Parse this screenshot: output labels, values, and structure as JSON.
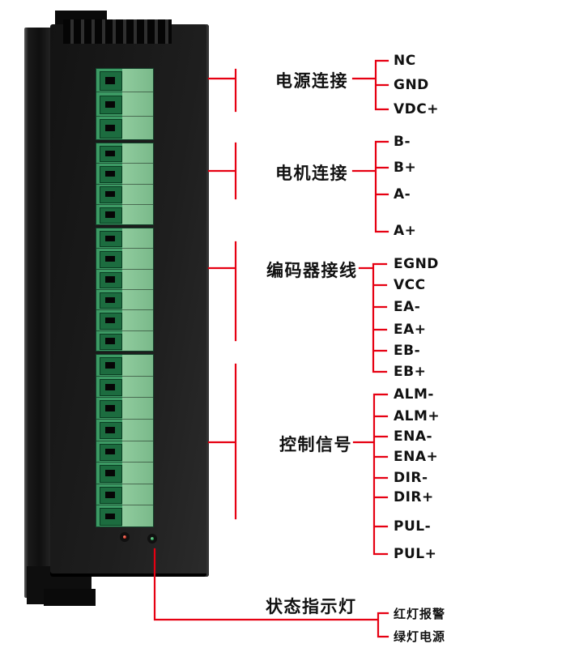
{
  "colors": {
    "line": "#e60012",
    "led_red": "#c3271b",
    "led_green": "#1e9e4f",
    "terminal_green": "#3c9a64"
  },
  "groups": [
    {
      "label": "电源连接",
      "pins": [
        "NC",
        "GND",
        "VDC+"
      ]
    },
    {
      "label": "电机连接",
      "pins": [
        "B-",
        "B+",
        "A-",
        "A+"
      ]
    },
    {
      "label": "编码器接线",
      "pins": [
        "EGND",
        "VCC",
        "EA-",
        "EA+",
        "EB-",
        "EB+"
      ]
    },
    {
      "label": "控制信号",
      "pins": [
        "ALM-",
        "ALM+",
        "ENA-",
        "ENA+",
        "DIR-",
        "DIR+",
        "PUL-",
        "PUL+"
      ]
    },
    {
      "label": "状态指示灯",
      "pins": [
        "红灯报警",
        "绿灯电源"
      ]
    }
  ]
}
